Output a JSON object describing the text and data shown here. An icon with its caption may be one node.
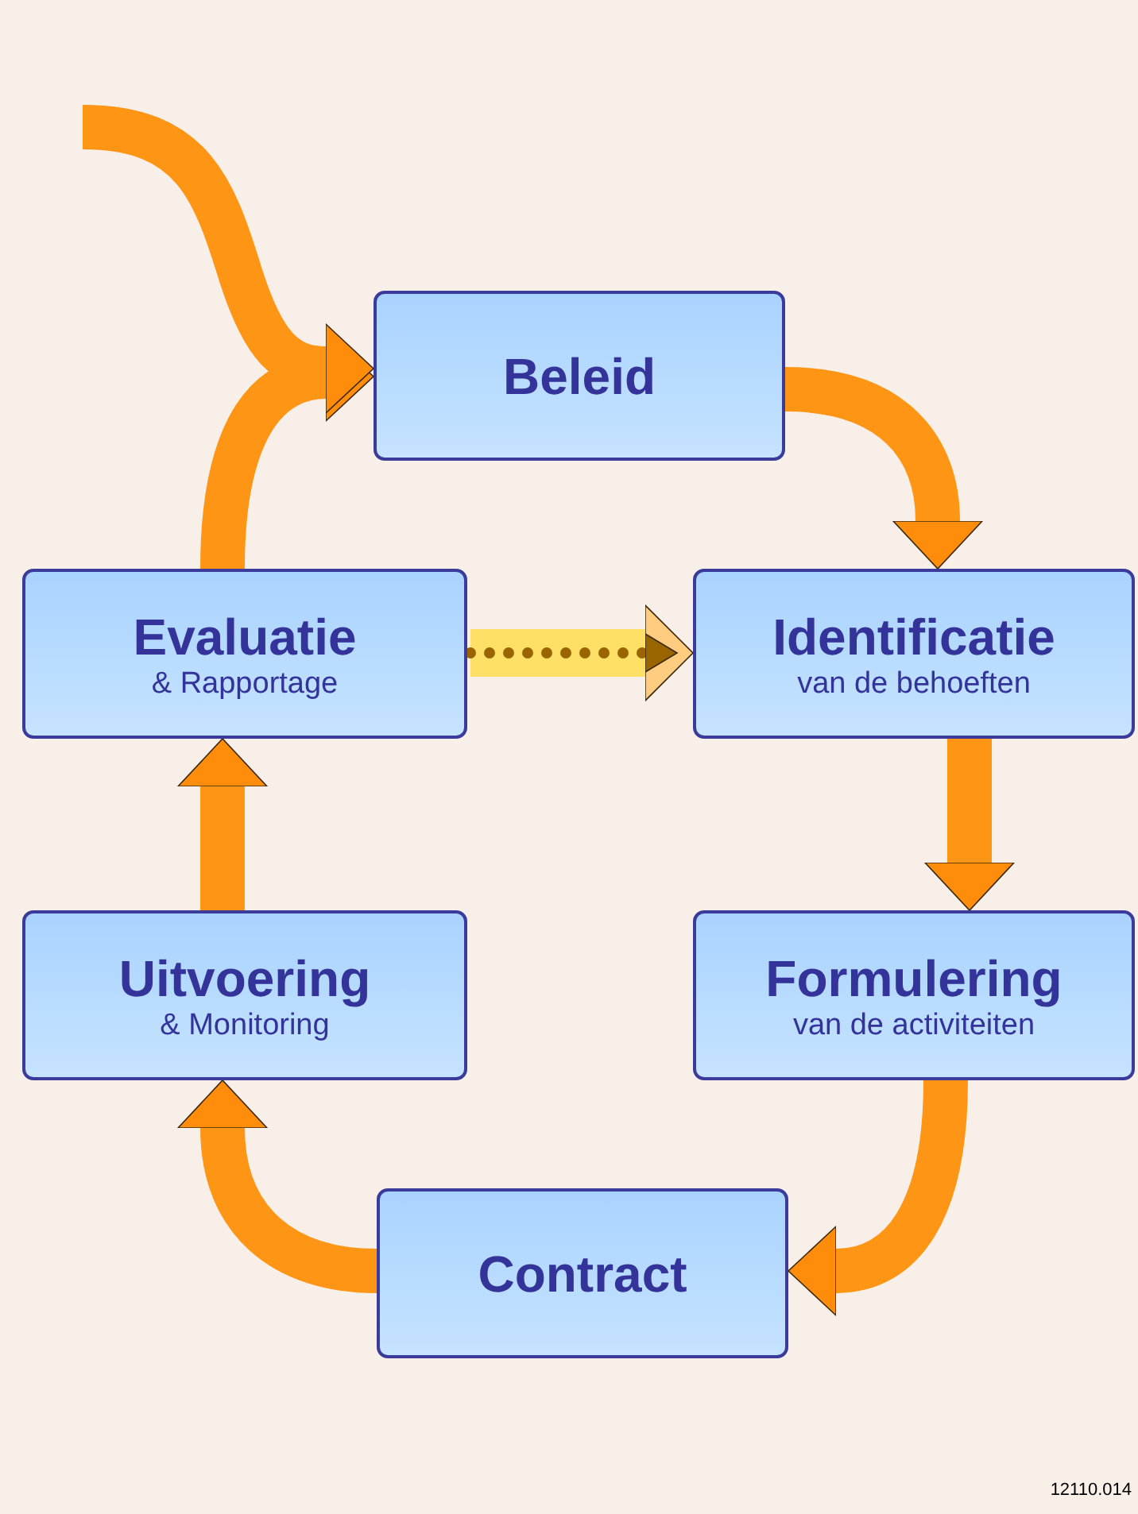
{
  "diagram": {
    "nodes": [
      {
        "text": [
          "Beleid"
        ]
      },
      {
        "text": [
          "Identificatie",
          "van de behoeften"
        ]
      },
      {
        "text": [
          "Formulering",
          "van de activiteiten"
        ]
      },
      {
        "text": [
          "Contract"
        ]
      },
      {
        "text": [
          "Uitvoering",
          "& Monitoring"
        ]
      },
      {
        "text": [
          "Evaluatie",
          "& Rapportage"
        ]
      }
    ],
    "edges": [
      {
        "from": 0,
        "to": 1,
        "arrow": "to"
      },
      {
        "from": 1,
        "to": 2,
        "arrow": "to"
      },
      {
        "from": 2,
        "to": 3,
        "arrow": "to"
      },
      {
        "from": 3,
        "to": 4,
        "arrow": "to"
      },
      {
        "from": 4,
        "to": 5,
        "arrow": "to"
      },
      {
        "from": 5,
        "to": 0,
        "arrow": "to"
      },
      {
        "from": null,
        "to": 0,
        "arrow": "to"
      },
      {
        "from": 5,
        "to": 1,
        "arrow": "to",
        "style": "dashed",
        "color": "#9a6400"
      }
    ],
    "labels": [
      "12110.014"
    ]
  }
}
